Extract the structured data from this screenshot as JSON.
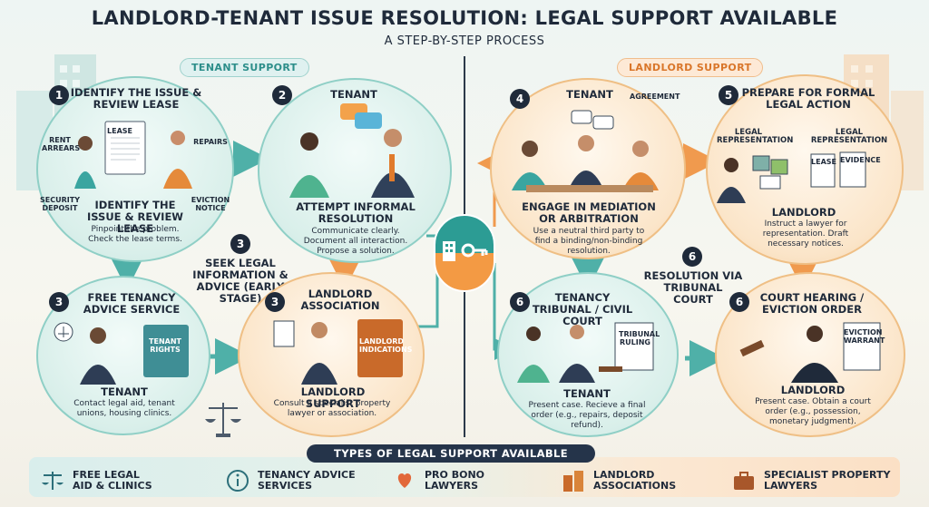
{
  "title": "LANDLORD-TENANT ISSUE RESOLUTION: LEGAL SUPPORT AVAILABLE",
  "subtitle": "A STEP-BY-STEP PROCESS",
  "tenant_pill": "TENANT SUPPORT",
  "landlord_pill": "LANDLORD SUPPORT",
  "steps": {
    "s1": {
      "num": "1",
      "head": "IDENTIFY THE ISSUE & REVIEW LEASE",
      "head2": "IDENTIFY THE ISSUE & REVIEW LEASE",
      "body": "Pinpoint the problem. Check the lease terms.",
      "doc": "LEASE",
      "tags": {
        "rent": "RENT ARREARS",
        "repairs": "REPAIRS",
        "deposit": "SECURITY DEPOSIT",
        "eviction": "EVICTION NOTICE"
      }
    },
    "s2": {
      "num": "2",
      "head": "TENANT",
      "head2": "ATTEMPT INFORMAL RESOLUTION",
      "body": "Communicate clearly. Document all interaction. Propose a solution."
    },
    "s3": {
      "num": "3",
      "head": "SEEK LEGAL INFORMATION & ADVICE (EARLY STAGE)"
    },
    "s3a": {
      "num": "3",
      "head": "FREE TENANCY ADVICE SERVICE",
      "book": "TENANT RIGHTS",
      "head2": "TENANT",
      "body": "Contact legal aid, tenant unions, housing clinics."
    },
    "s3b": {
      "num": "3",
      "head": "LANDLORD ASSOCIATION",
      "book": "LANDLORD INDICATIONS",
      "head2": "LANDLORD SUPPORT",
      "body": "Consult a specialist property lawyer or association."
    },
    "s4": {
      "num": "4",
      "head": "TENANT",
      "doc": "AGREEMENT",
      "head2": "ENGAGE IN MEDIATION OR ARBITRATION",
      "body": "Use a neutral third party to find a binding/non-binding resolution."
    },
    "s5": {
      "num": "5",
      "head": "PREPARE FOR FORMAL LEGAL ACTION",
      "lr1": "LEGAL REPRESENTATION",
      "lr2": "LEGAL REPRESENTATION",
      "doc1": "LEASE",
      "doc2": "EVIDENCE",
      "head2": "LANDLORD",
      "body": "Instruct a lawyer for representation. Draft necessary notices."
    },
    "s6": {
      "num": "6",
      "head": "RESOLUTION VIA TRIBUNAL COURT"
    },
    "s6a": {
      "num": "6",
      "head": "TENANCY TRIBUNAL / CIVIL COURT",
      "doc": "TRIBUNAL RULING",
      "head2": "TENANT",
      "body": "Present case. Recieve a final order (e.g., repairs, deposit refund)."
    },
    "s6b": {
      "num": "6",
      "head": "COURT HEARING / EVICTION ORDER",
      "doc": "EVICTION WARRANT",
      "head2": "LANDLORD",
      "body": "Present case. Obtain a court order (e.g., possession, monetary judgment)."
    }
  },
  "strip": {
    "title": "TYPES OF LEGAL SUPPORT AVAILABLE",
    "items": [
      {
        "label": "FREE LEGAL AID & CLINICS",
        "icon": "scales-people-icon"
      },
      {
        "label": "TENANCY ADVICE SERVICES",
        "icon": "phone-info-icon"
      },
      {
        "label": "PRO BONO LAWYERS",
        "icon": "heart-hand-icon"
      },
      {
        "label": "LANDLORD ASSOCIATIONS",
        "icon": "buildings-icon"
      },
      {
        "label": "SPECIALIST PROPERTY LAWYERS",
        "icon": "briefcase-icon"
      }
    ]
  },
  "colors": {
    "teal": "#2c8e8a",
    "orange": "#e07b2c",
    "navy": "#1f2a3a"
  }
}
